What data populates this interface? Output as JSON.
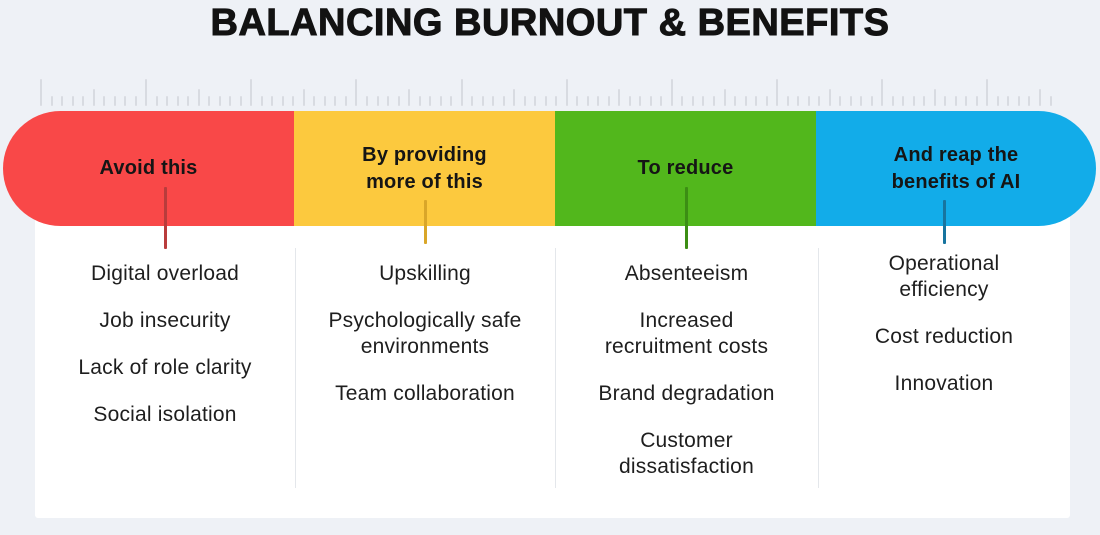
{
  "title": "BALANCING BURNOUT & BENEFITS",
  "ruler": {
    "tick_count": 97
  },
  "colors": {
    "background": "#eef1f6",
    "panel": "#ffffff",
    "title_text": "#121212",
    "segment_label_text": "#151515",
    "item_text": "#1e1e1e",
    "tick": "#d8dbe1",
    "divider": "#e4e7eb"
  },
  "columns": [
    {
      "label": "Avoid this",
      "color": "#f94848",
      "line_color": "#b93c3c",
      "items": [
        "Digital overload",
        "Job insecurity",
        "Lack of role clarity",
        "Social isolation"
      ]
    },
    {
      "label": "By providing\nmore of this",
      "color": "#fcc93e",
      "line_color": "#d9a629",
      "items": [
        "Upskilling",
        "Psychologically safe\nenvironments",
        "Team collaboration"
      ]
    },
    {
      "label": "To reduce",
      "color": "#52b71c",
      "line_color": "#3c8e14",
      "items": [
        "Absenteeism",
        "Increased\nrecruitment costs",
        "Brand degradation",
        "Customer\ndissatisfaction"
      ]
    },
    {
      "label": "And reap the\nbenefits of AI",
      "color": "#12ace9",
      "line_color": "#17749f",
      "items": [
        "Operational\nefficiency",
        "Cost reduction",
        "Innovation"
      ]
    }
  ]
}
